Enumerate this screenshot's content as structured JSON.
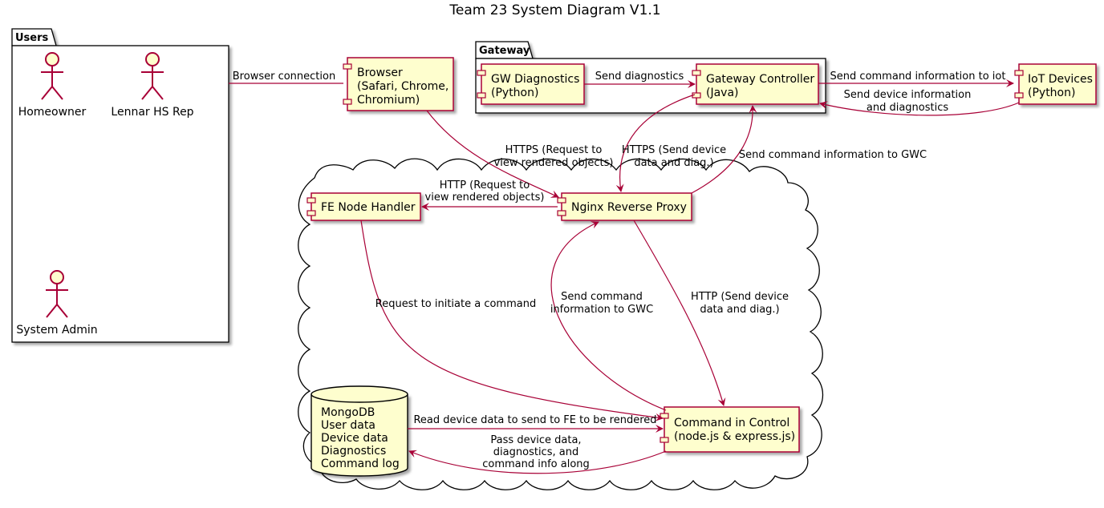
{
  "title": "Team 23 System Diagram V1.1",
  "packages": {
    "users": "Users",
    "gateway": "Gateway"
  },
  "actors": {
    "homeowner": "Homeowner",
    "lennar": "Lennar HS Rep",
    "admin": "System Admin"
  },
  "components": {
    "browser": [
      "Browser",
      "(Safari, Chrome,",
      "Chromium)"
    ],
    "gw_diagnostics": [
      "GW Diagnostics",
      "(Python)"
    ],
    "gateway_controller": [
      "Gateway Controller",
      "(Java)"
    ],
    "iot_devices": [
      "IoT Devices",
      "(Python)"
    ],
    "fe_node": [
      "FE Node Handler"
    ],
    "nginx": [
      "Nginx Reverse Proxy"
    ],
    "command": [
      "Command in Control",
      "(node.js & express.js)"
    ],
    "mongodb": [
      "MongoDB",
      "User data",
      "Device data",
      "Diagnostics",
      "Command log"
    ]
  },
  "edges": {
    "browser_connection": [
      "Browser connection"
    ],
    "send_diagnostics": [
      "Send diagnostics"
    ],
    "send_cmd_iot": [
      "Send command information to iot"
    ],
    "send_device_info": [
      "Send device information",
      "and diagnostics"
    ],
    "https_request": [
      "HTTPS (Request to",
      "view rendered objects)"
    ],
    "https_send_device": [
      "HTTPS (Send device",
      "data and diag.)"
    ],
    "send_cmd_gwc_top": [
      "Send command information to GWC"
    ],
    "http_request": [
      "HTTP (Request to",
      "view rendered objects)"
    ],
    "request_initiate": [
      "Request to initiate a command"
    ],
    "send_cmd_gwc_mid": [
      "Send command",
      "information to GWC"
    ],
    "http_send_device": [
      "HTTP (Send device",
      "data and diag.)"
    ],
    "read_device_data": [
      "Read device data to send to FE to be rendered"
    ],
    "pass_device_data": [
      "Pass device data,",
      "diagnostics, and",
      "command info along"
    ]
  },
  "colors": {
    "node_fill": "#FEFECE",
    "node_stroke": "#A80036",
    "arrow": "#A80036"
  }
}
